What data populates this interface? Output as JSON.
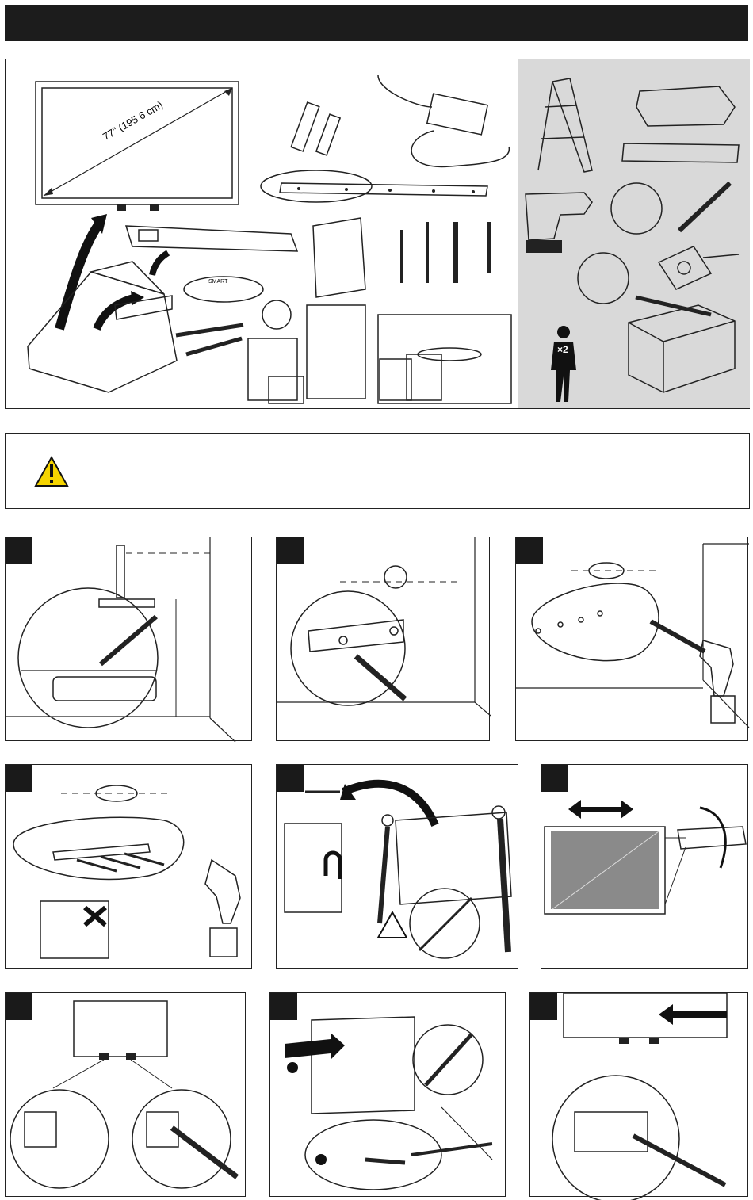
{
  "header": {
    "title": ""
  },
  "contents": {
    "diagonal_label": "77\" (195.6 cm)",
    "brand_label": "SMART"
  },
  "requirements": {
    "people_count": "×2"
  },
  "warning": {
    "text": ""
  },
  "steps": [
    {
      "number": ""
    },
    {
      "number": ""
    },
    {
      "number": ""
    },
    {
      "number": ""
    },
    {
      "number": ""
    },
    {
      "number": ""
    },
    {
      "number": ""
    },
    {
      "number": ""
    },
    {
      "number": ""
    }
  ],
  "colors": {
    "header": "#1c1c1c",
    "shaded_panel": "#d9d9d9",
    "warning_yellow": "#f5d400",
    "board_gray": "#8a8a8a"
  }
}
